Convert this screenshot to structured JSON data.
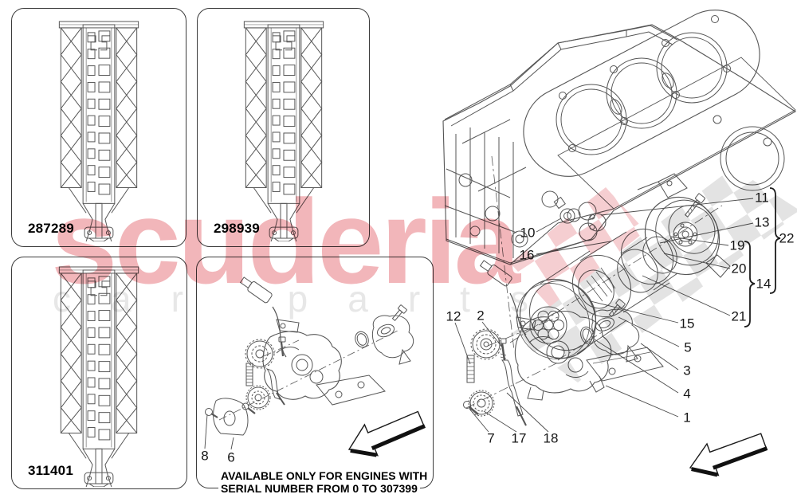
{
  "watermark": {
    "brand": "scuderia",
    "brand_secondary": "car parts",
    "brand_color": "#f2b6ba",
    "flag_gray": "#e3e3e3",
    "flag_pink": "#f5ced1"
  },
  "panels": [
    {
      "part_number": "287289"
    },
    {
      "part_number": "298939"
    },
    {
      "part_number": "311401"
    },
    {
      "note_line1": "AVAILABLE ONLY FOR ENGINES WITH",
      "note_line2": "SERIAL NUMBER FROM 0 TO 307399",
      "callouts": {
        "c8": "8",
        "c6": "6"
      }
    }
  ],
  "main_diagram": {
    "callouts": {
      "c1": "1",
      "c2": "2",
      "c3": "3",
      "c4": "4",
      "c5": "5",
      "c7": "7",
      "c10": "10",
      "c11": "11",
      "c12": "12",
      "c13": "13",
      "c14": "14",
      "c15": "15",
      "c16": "16",
      "c17": "17",
      "c18": "18",
      "c19": "19",
      "c20": "20",
      "c21": "21",
      "c22": "22"
    }
  }
}
